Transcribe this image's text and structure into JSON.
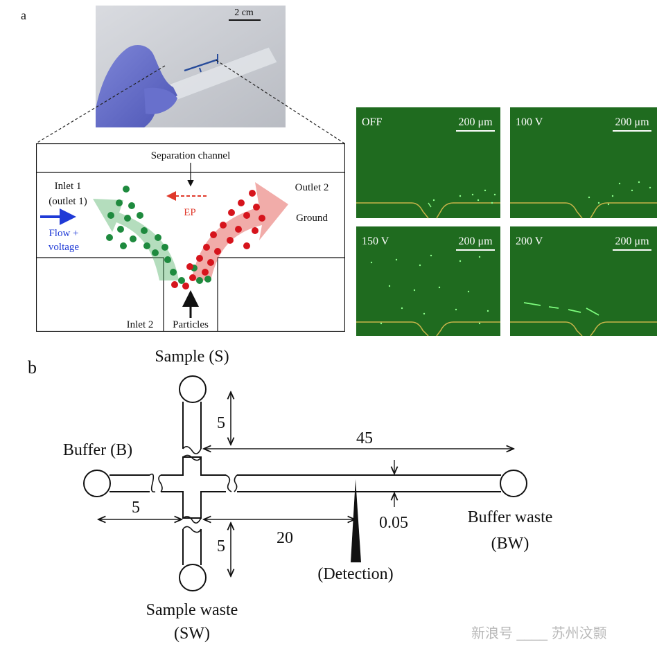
{
  "panel_a": {
    "letter": "a",
    "photo_scale": "2 cm",
    "schematic": {
      "separation_channel": "Separation channel",
      "inlet1_line1": "Inlet 1",
      "inlet1_line2": "(outlet 1)",
      "flow_line1": "Flow +",
      "flow_line2": "voltage",
      "outlet2": "Outlet 2",
      "ep": "EP",
      "ground": "Ground",
      "inlet2": "Inlet 2",
      "particles": "Particles"
    },
    "micrographs": [
      {
        "label": "OFF",
        "scale": "200 μm"
      },
      {
        "label": "100 V",
        "scale": "200 μm"
      },
      {
        "label": "150 V",
        "scale": "200 μm"
      },
      {
        "label": "200 V",
        "scale": "200 μm"
      }
    ]
  },
  "panel_b": {
    "letter": "b",
    "sample": "Sample (S)",
    "buffer": "Buffer (B)",
    "buffer_waste_line1": "Buffer waste",
    "buffer_waste_line2": "(BW)",
    "sample_waste_line1": "Sample waste",
    "sample_waste_line2": "(SW)",
    "detection": "(Detection)",
    "dim_45": "45",
    "dim_5_top": "5",
    "dim_5_left": "5",
    "dim_5_bottom": "5",
    "dim_20": "20",
    "dim_005": "0.05"
  },
  "watermark": "新浪号 ____ 苏州汶颢"
}
